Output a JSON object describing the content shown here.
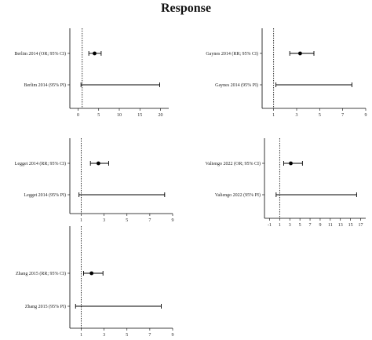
{
  "title": "Response",
  "chart_data": [
    {
      "type": "forest",
      "rows": [
        "Berlim 2014 (OR; 95% CI)",
        "Berlim 2014 (95% PI)"
      ],
      "estimate": 4,
      "ci": [
        2.6,
        5.6
      ],
      "pi": [
        0.7,
        19.8
      ],
      "ref_line": 1,
      "xlim": [
        -2,
        22
      ],
      "ticks": [
        0,
        5,
        10,
        15,
        20
      ],
      "tick_labels": [
        "0",
        "5",
        "10",
        "15",
        "20"
      ]
    },
    {
      "type": "forest",
      "rows": [
        "Gaynes 2014 (RR; 95% CI)",
        "Gaynes 2014 (95% PI)"
      ],
      "estimate": 3.3,
      "ci": [
        2.4,
        4.5
      ],
      "pi": [
        1.2,
        7.8
      ],
      "ref_line": 1,
      "xlim": [
        0,
        9
      ],
      "ticks": [
        1,
        3,
        5,
        7,
        9
      ],
      "tick_labels": [
        "1",
        "3",
        "5",
        "7",
        "9"
      ]
    },
    {
      "type": "forest",
      "rows": [
        "Legget 2014 (RR; 95% CI)",
        "Legget 2014 (95% PI)"
      ],
      "estimate": 2.5,
      "ci": [
        1.8,
        3.4
      ],
      "pi": [
        0.8,
        8.3
      ],
      "ref_line": 1,
      "xlim": [
        0,
        9
      ],
      "ticks": [
        1,
        3,
        5,
        7,
        9
      ],
      "tick_labels": [
        "1",
        "3",
        "5",
        "7",
        "9"
      ]
    },
    {
      "type": "forest",
      "rows": [
        "Valiengo 2022 (OR; 95% CI)",
        "Valiengo 2022 (95% PI)"
      ],
      "estimate": 3.2,
      "ci": [
        1.8,
        5.5
      ],
      "pi": [
        0.3,
        16.2
      ],
      "ref_line": 1,
      "xlim": [
        -2,
        18
      ],
      "ticks": [
        -1,
        1,
        3,
        5,
        7,
        9,
        11,
        13,
        15,
        17
      ],
      "tick_labels": [
        "-1",
        "1",
        "3",
        "5",
        "7",
        "9",
        "11",
        "13",
        "15",
        "17"
      ]
    },
    {
      "type": "forest",
      "rows": [
        "Zhang 2015 (RR; 95% CI)",
        "Zhang 2015 (95% PI)"
      ],
      "estimate": 1.9,
      "ci": [
        1.2,
        2.9
      ],
      "pi": [
        0.5,
        8.0
      ],
      "ref_line": 1,
      "xlim": [
        0,
        9
      ],
      "ticks": [
        1,
        3,
        5,
        7,
        9
      ],
      "tick_labels": [
        "1",
        "3",
        "5",
        "7",
        "9"
      ]
    }
  ]
}
